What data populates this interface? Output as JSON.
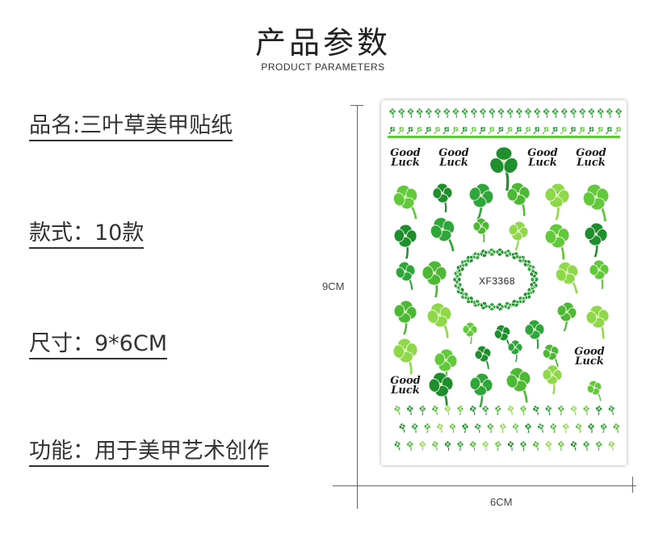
{
  "header": {
    "title": "产品参数",
    "subtitle": "PRODUCT PARAMETERS"
  },
  "params": {
    "name": "品名:三叶草美甲贴纸",
    "styles": "款式：10款",
    "size": "尺寸：9*6CM",
    "function": "功能：用于美甲艺术创作"
  },
  "dimensions": {
    "height_label": "9CM",
    "width_label": "6CM"
  },
  "sticker": {
    "code": "XF3368",
    "good_luck_line1": "Good",
    "good_luck_line2": "Luck",
    "icon": "four-leaf-clover-icon",
    "colors": {
      "light_green": "#62c93a",
      "dark_green": "#1f8f2e",
      "border_green": "#2fa63a"
    }
  }
}
